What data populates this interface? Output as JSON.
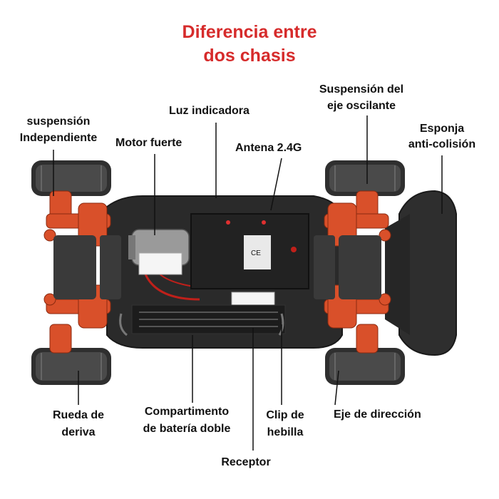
{
  "title": {
    "line1": "Diferencia entre",
    "line2": "dos chasis"
  },
  "labels": {
    "suspension_indep_1": "suspensión",
    "suspension_indep_2": "Independiente",
    "motor": "Motor fuerte",
    "luz": "Luz indicadora",
    "antena": "Antena 2.4G",
    "susp_eje_1": "Suspensión del",
    "susp_eje_2": "eje oscilante",
    "esponja_1": "Esponja",
    "esponja_2": "anti-colisión",
    "rueda_1": "Rueda de",
    "rueda_2": "deriva",
    "bateria_1": "Compartimento",
    "bateria_2": "de batería doble",
    "clip_1": "Clip de",
    "clip_2": "hebilla",
    "eje_dir": "Eje de dirección",
    "receptor": "Receptor"
  },
  "label_on_module": "CE",
  "colors": {
    "title": "#d62b2b",
    "suspension": "#d9502a",
    "chassis": "#2a2a2a",
    "tire": "#3a3a3a",
    "leader": "#111111"
  }
}
